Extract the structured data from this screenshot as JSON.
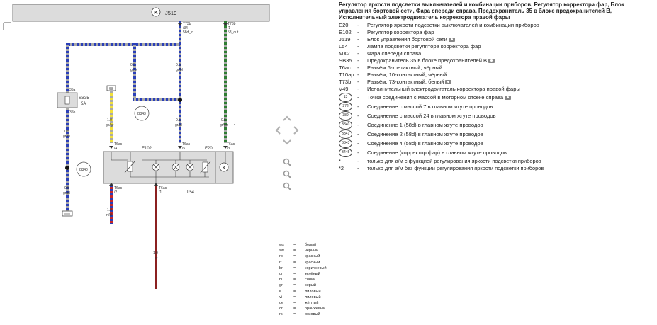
{
  "diagram": {
    "top_unit_label": "J519",
    "connectors": {
      "t73b_a": {
        "l1": "T73b",
        "l2": "/34",
        "l3": "58d_in"
      },
      "t73b_b": {
        "l1": "T73b",
        "l2": "/1",
        "l3": "58_out"
      },
      "sb35": {
        "name": "SB35",
        "value": "5A",
        "top": "35a",
        "bottom": "35b"
      },
      "t6ac_4": {
        "l1": "T6ac",
        "l2": "/4"
      },
      "t6ac_5": {
        "l1": "T6ac",
        "l2": "/5"
      },
      "t6ac_3": {
        "l1": "T6ac",
        "l2": "/3"
      },
      "t6ac_2": {
        "l1": "T6ac",
        "l2": "/2"
      },
      "t6ac_1": {
        "l1": "T6ac",
        "l2": "/1"
      }
    },
    "box_58": "58",
    "ground_mark": "⏚",
    "wires": {
      "w1": {
        "size": "0.5",
        "color": "gr/bl"
      },
      "w2": {
        "size": "0.5",
        "color": "gr/bl"
      },
      "w3": {
        "size": "0.5",
        "color": "gr/bl"
      },
      "w4": {
        "size": "0.5",
        "color": "gr/bl"
      },
      "w5": {
        "size": "0.5",
        "color": "gr/gn"
      },
      "w6": {
        "size": "1.0",
        "color": "ge/gr"
      },
      "w7": {
        "size": "0.5",
        "color": "gr/bl"
      },
      "w8": {
        "size": "1.0",
        "color": "rt/bl"
      },
      "w9": {
        "size": "1.0",
        "color": "br"
      }
    },
    "components": {
      "e102": "E102",
      "e20": "E20",
      "l54": "L54"
    },
    "nodes": {
      "b343": "B343",
      "b340": "B340"
    },
    "wire_colors": {
      "blue": "#2a3fb8",
      "grey": "#a9a9a9",
      "green": "#2e7d32",
      "yellow": "#f1e03a",
      "red": "#c62828",
      "brown": "#8b2020"
    }
  },
  "legend": {
    "title": "Регулятор яркости подсветки выключателей и комбинации приборов, Регулятор корректора фар, Блок управления бортовой сети, Фара спереди справа, Предохранитель 35 в блоке предохранителей B, Исполнительный электродвигатель корректора правой фары",
    "items": [
      {
        "code": "E20",
        "text": "Регулятор яркости подсветки выключателей и комбинации приборов",
        "cam": false
      },
      {
        "code": "E102",
        "text": "Регулятор корректора фар",
        "cam": false
      },
      {
        "code": "J519",
        "text": "Блок управления бортовой сети",
        "cam": true
      },
      {
        "code": "L54",
        "text": "Лампа подсветки регулятора корректора фар",
        "cam": false
      },
      {
        "code": "MX2",
        "text": "Фара спереди справа",
        "cam": false
      },
      {
        "code": "SB35",
        "text": "Предохранитель 35 в блоке предохранителей B",
        "cam": true
      },
      {
        "code": "T6ac",
        "text": "Разъём 6-контактный, чёрный",
        "cam": false
      },
      {
        "code": "T10ap",
        "text": "Разъём, 10-контактный, чёрный",
        "cam": false
      },
      {
        "code": "T73b",
        "text": "Разъём, 73-контактный, белый",
        "cam": true
      },
      {
        "code": "V49",
        "text": "Исполнительный электродвигатель корректора правой фары",
        "cam": false
      }
    ],
    "circle_items": [
      {
        "code": "13",
        "text": "Точка соединения с массой в моторном отсеке справа",
        "cam": true
      },
      {
        "code": "372",
        "text": "Соединение с массой 7 в главном жгуте проводов",
        "cam": false
      },
      {
        "code": "389",
        "text": "Соединение с массой 24 в главном жгуте проводов",
        "cam": false
      },
      {
        "code": "B340",
        "text": "Соединение 1 (58d) в главном жгуте проводов",
        "cam": false
      },
      {
        "code": "B341",
        "text": "Соединение 2 (58d) в главном жгуте проводов",
        "cam": false
      },
      {
        "code": "B343",
        "text": "Соединение 4 (58d) в главном жгуте проводов",
        "cam": false
      },
      {
        "code": "B445",
        "text": "Соединение (корректор фар) в главном жгуте проводов",
        "cam": false
      }
    ],
    "notes": [
      {
        "mark": "*",
        "text": "только для а/м с функцией регулирования яркости подсветки приборов"
      },
      {
        "mark": "*2",
        "text": "только для а/м без функции регулирования яркости подсветки приборов"
      }
    ],
    "dash": "-"
  },
  "color_codes": [
    {
      "code": "ws",
      "name": "белый"
    },
    {
      "code": "sw",
      "name": "чёрный"
    },
    {
      "code": "ro",
      "name": "красный"
    },
    {
      "code": "rt",
      "name": "красный"
    },
    {
      "code": "br",
      "name": "коричневый"
    },
    {
      "code": "gn",
      "name": "зелёный"
    },
    {
      "code": "bl",
      "name": "синий"
    },
    {
      "code": "gr",
      "name": "серый"
    },
    {
      "code": "li",
      "name": "лиловый"
    },
    {
      "code": "vi",
      "name": "лиловый"
    },
    {
      "code": "ge",
      "name": "жёлтый"
    },
    {
      "code": "or",
      "name": "оранжевый"
    },
    {
      "code": "rs",
      "name": "розовый"
    }
  ],
  "color_eq": "="
}
